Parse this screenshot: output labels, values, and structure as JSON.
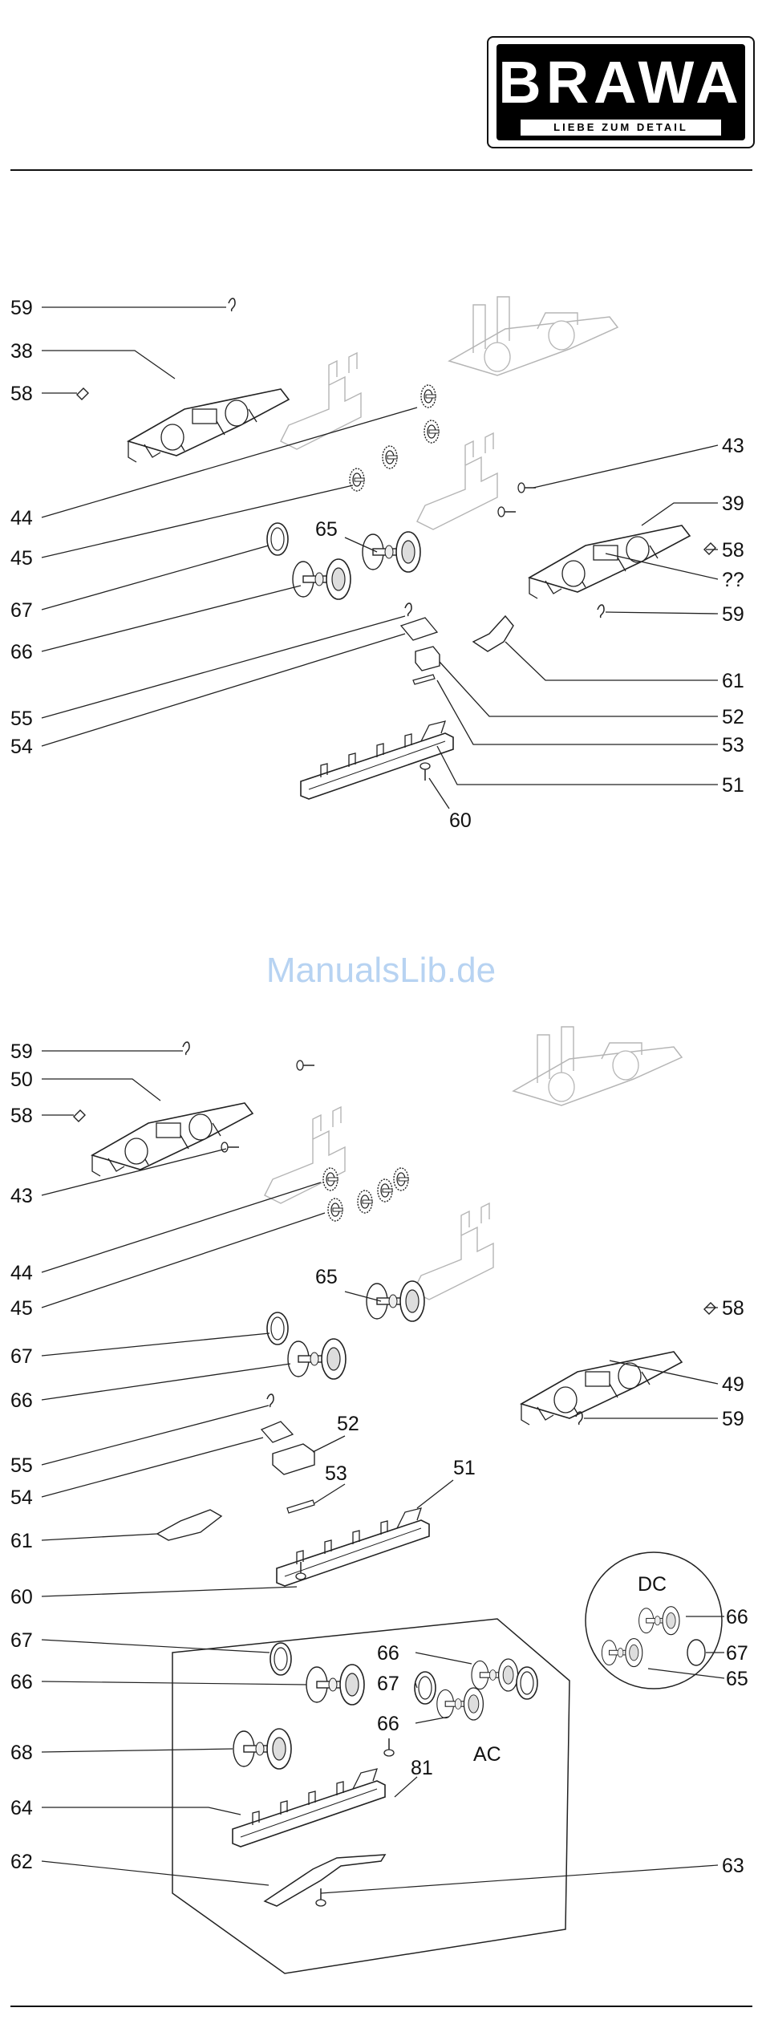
{
  "brand": {
    "name": "BRAWA",
    "tagline": "LIEBE ZUM DETAIL"
  },
  "watermark": "ManualsLib.de",
  "diagram1": {
    "labels": {
      "l59a": "59",
      "l38": "38",
      "l58a": "58",
      "l44": "44",
      "l45": "45",
      "l67": "67",
      "l66": "66",
      "l55": "55",
      "l54": "54",
      "l65": "65",
      "l43": "43",
      "l39": "39",
      "l58b": "58",
      "lqq": "??",
      "l59b": "59",
      "l61": "61",
      "l52": "52",
      "l53": "53",
      "l51": "51",
      "l60": "60"
    }
  },
  "diagram2": {
    "labels": {
      "l59a": "59",
      "l50": "50",
      "l58a": "58",
      "l43": "43",
      "l44": "44",
      "l45": "45",
      "l65": "65",
      "l67": "67",
      "l66": "66",
      "l55": "55",
      "l54": "54",
      "l52": "52",
      "l53": "53",
      "l51": "51",
      "l61": "61",
      "l60": "60",
      "l58b": "58",
      "l49": "49",
      "l59b": "59"
    },
    "dc": {
      "title": "DC",
      "l66": "66",
      "l67": "67",
      "l65": "65"
    },
    "ac": {
      "title": "AC",
      "l67a": "67",
      "l66a": "66",
      "l68": "68",
      "l64": "64",
      "l62": "62",
      "l66b": "66",
      "l67b": "67",
      "l66c": "66",
      "l81": "81",
      "l63": "63"
    }
  }
}
